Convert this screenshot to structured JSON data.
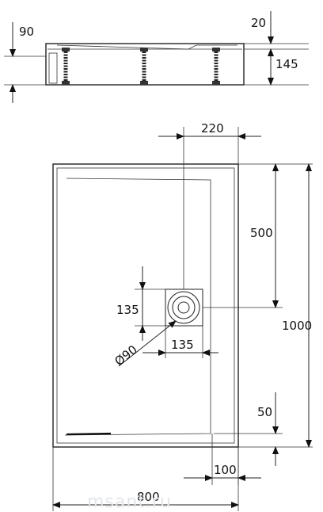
{
  "dimensions": {
    "side_height_total": "90",
    "side_rim": "20",
    "side_base": "145",
    "drain_offset_x": "220",
    "drain_offset_y": "500",
    "length": "1000",
    "drain_size_v": "135",
    "drain_size_h": "135",
    "drain_diameter": "Ø90",
    "rim_width": "50",
    "edge_offset": "100",
    "width": "800"
  },
  "watermark": "msant.ru"
}
